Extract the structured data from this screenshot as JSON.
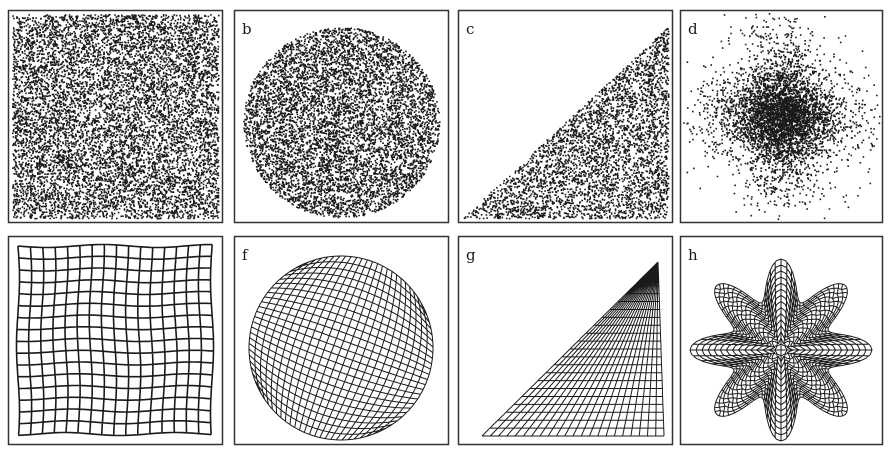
{
  "figure": {
    "panels": [
      {
        "id": "a",
        "label": "",
        "row": 0,
        "kind": "dots",
        "shape": "square",
        "distribution": "uniform"
      },
      {
        "id": "b",
        "label": "b",
        "row": 0,
        "kind": "dots",
        "shape": "disc",
        "distribution": "uniform"
      },
      {
        "id": "c",
        "label": "c",
        "row": 0,
        "kind": "dots",
        "shape": "triangle",
        "distribution": "uniform"
      },
      {
        "id": "d",
        "label": "d",
        "row": 0,
        "kind": "dots",
        "shape": "cloud",
        "distribution": "gaussian-cross"
      },
      {
        "id": "e",
        "label": "",
        "row": 1,
        "kind": "mesh",
        "shape": "square",
        "grid_lines": 16
      },
      {
        "id": "f",
        "label": "f",
        "row": 1,
        "kind": "mesh",
        "shape": "disc",
        "grid_lines": 24
      },
      {
        "id": "g",
        "label": "g",
        "row": 1,
        "kind": "mesh",
        "shape": "triangle",
        "grid_lines": 22
      },
      {
        "id": "h",
        "label": "h",
        "row": 1,
        "kind": "mesh",
        "shape": "star",
        "grid_lines": 30
      }
    ],
    "colors": {
      "ink": "#1a1a1a",
      "frame": "#333333",
      "paper": "#ffffff"
    }
  }
}
